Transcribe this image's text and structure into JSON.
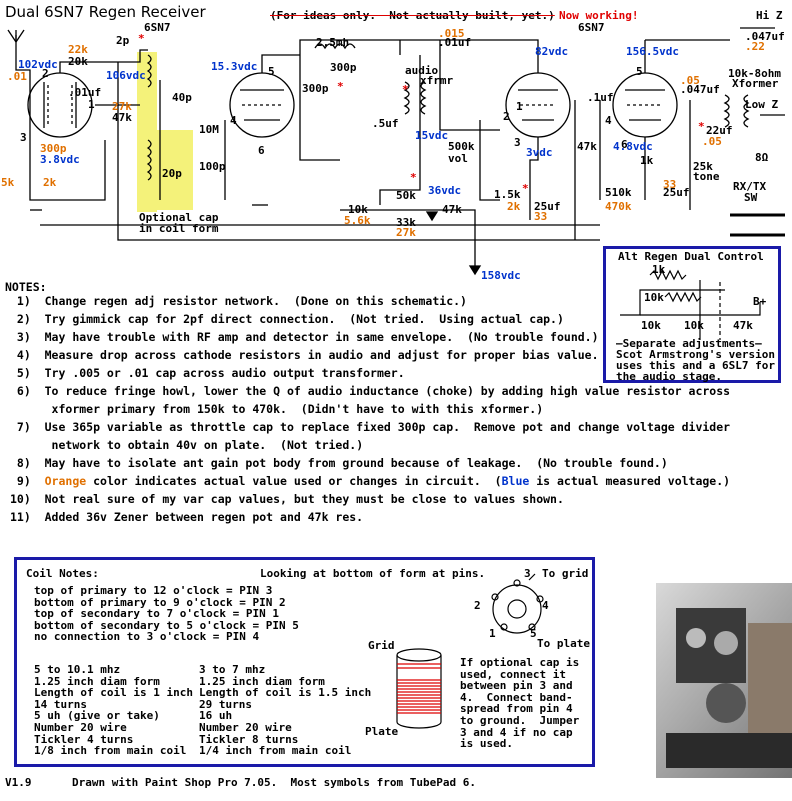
{
  "header": {
    "title": "Dual 6SN7 Regen Receiver",
    "strike_note": "(For ideas only.  Not actually built, yet.)",
    "status": "Now working!"
  },
  "schematic": {
    "tube_labels": [
      "6SN7",
      "6SN7"
    ],
    "left_values": [
      "102vdc",
      "22k",
      "20k",
      "106vdc",
      ".01",
      ".01uf",
      "27k",
      "47k",
      "300p",
      "3.8vdc",
      "5k",
      "2k"
    ],
    "coil_values": [
      "2p",
      "40p",
      "10M",
      "100p",
      "20p",
      "Optional cap",
      "in coil form"
    ],
    "mid_values": [
      "15.3vdc",
      "2.5mh",
      "300p",
      "300p",
      "audio",
      "xfrmr",
      ".5uf",
      "15vdc",
      ".015",
      ".01uf"
    ],
    "regen_values": [
      "10k",
      "5.6k",
      "50k",
      "33k",
      "27k",
      "36vdc",
      "47k"
    ],
    "right_values": [
      "82vdc",
      "500k",
      "vol",
      "3vdc",
      "1.5k",
      "2k",
      "25uf",
      "33",
      ".1uf",
      "47k",
      "510k",
      "470k"
    ],
    "output_values": [
      "156.5vdc",
      "4.8vdc",
      "1k",
      ".047uf",
      ".05",
      "22uf",
      ".05",
      "25k",
      "tone",
      "33",
      "25uf",
      ".047uf",
      ".22",
      "Hi Z",
      "10k-8ohm",
      "Xformer",
      "Low Z",
      "8Ω",
      "RX/TX",
      "SW"
    ],
    "supply": "158vdc",
    "pin_numbers": [
      "2",
      "1",
      "3",
      "5",
      "4",
      "6",
      "2",
      "1",
      "3",
      "5",
      "4",
      "6"
    ]
  },
  "alt_regen": {
    "title": "Alt Regen Dual Control",
    "values": [
      "1k",
      "10k",
      "B+",
      "10k",
      "10k",
      "47k"
    ],
    "caption": [
      "—Separate adjustments—",
      "Scot Armstrong's version",
      "uses this and a 6SL7 for",
      "the audio stage."
    ]
  },
  "notes": {
    "heading": "NOTES:",
    "items": [
      {
        "num": " 1)",
        "text": "Change regen adj resistor network.  (Done on this schematic.)"
      },
      {
        "num": " 2)",
        "text": "Try gimmick cap for 2pf direct connection.  (Not tried.  Using actual cap.)"
      },
      {
        "num": " 3)",
        "text": "May have trouble with RF amp and detector in same envelope.  (No trouble found.)"
      },
      {
        "num": " 4)",
        "text": "Measure drop across cathode resistors in audio and adjust for proper bias value."
      },
      {
        "num": " 5)",
        "text": "Try .005 or .01 cap across audio output transformer."
      },
      {
        "num": " 6)",
        "text": "To reduce fringe howl, lower the Q of audio inductance (choke) by adding high value resistor across"
      },
      {
        "num": "",
        "text": "    xformer primary from 150k to 470k.  (Didn't have to with this xformer.)"
      },
      {
        "num": " 7)",
        "text": "Use 365p variable as throttle cap to replace fixed 300p cap.  Remove pot and change voltage divider"
      },
      {
        "num": "",
        "text": "    network to obtain 40v on plate.  (Not tried.)"
      },
      {
        "num": " 8)",
        "text": "May have to isolate ant gain pot body from ground because of leakage.  (No trouble found.)"
      },
      {
        "num": " 9)",
        "text_parts": [
          "Orange",
          " color indicates actual value used or changes in circuit.  (",
          "Blue",
          " is actual measured voltage.)"
        ]
      },
      {
        "num": "10)",
        "text": "Not real sure of my var cap values, but they must be close to values shown."
      },
      {
        "num": "11)",
        "text": "Added 36v Zener between regen pot and 47k res."
      }
    ]
  },
  "coil_notes": {
    "heading": "Coil Notes:",
    "subheading": "Looking at bottom of form at pins.",
    "pin_lines": [
      "top of primary to 12 o'clock = PIN 3",
      "bottom of primary to 9 o'clock = PIN 2",
      "top of secondary to 7 o'clock = PIN 1",
      "bottom of secondary to 5 o'clock = PIN 5",
      "no connection to 3 o'clock = PIN 4"
    ],
    "coil_a": [
      "5 to 10.1 mhz",
      "1.25 inch diam form",
      "Length of coil is 1 inch",
      "14 turns",
      "5 uh (give or take)",
      "Number 20 wire",
      "Tickler 4 turns",
      "1/8 inch from main coil"
    ],
    "coil_b": [
      "3 to 7 mhz",
      "1.25 inch diam form",
      "Length of coil is 1.5 inch",
      "29 turns",
      "16 uh",
      "Number 20 wire",
      "Tickler 8 turns",
      "1/4 inch from main coil"
    ],
    "to_grid": "To grid",
    "to_plate": "To plate",
    "pins": [
      "3",
      "2",
      "4",
      "1",
      "5"
    ],
    "grid_label": "Grid",
    "plate_label": "Plate",
    "optional_cap_text": [
      "If optional cap is",
      "used, connect it",
      "between pin 3 and",
      "4.  Connect band-",
      "spread from pin 4",
      "to ground.  Jumper",
      "3 and 4 if no cap",
      "is used."
    ]
  },
  "footer": {
    "version": "V1.9",
    "credit": "Drawn with Paint Shop Pro 7.05.  Most symbols from TubePad 6."
  },
  "colors": {
    "red": "#e00000",
    "blue": "#0033cc",
    "orange": "#e07000",
    "box_border": "#1a1aa8",
    "highlight": "#f4f27a"
  },
  "icons": [
    "antenna-icon",
    "tube-icon",
    "coil-form-icon",
    "tube-socket-icon",
    "receiver-photo"
  ]
}
